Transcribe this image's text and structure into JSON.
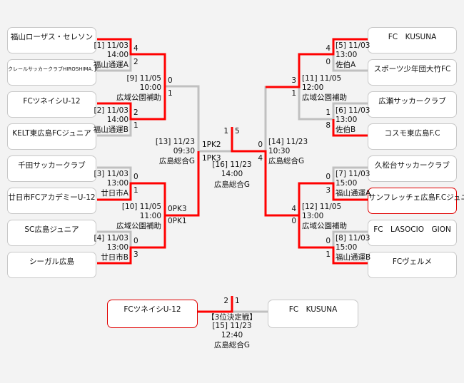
{
  "teams_left": [
    "福山ローザス・セレソン",
    "クレールサッカークラブHIROSHIMA. Jr",
    "FCツネイシU-12",
    "KELT東広島FCジュニア",
    "千田サッカークラブ",
    "廿日市FCアカデミーU-12",
    "SC広島ジュニア",
    "シーガル広島"
  ],
  "teams_right": [
    "FC　KUSUNA",
    "スポーツ少年団大竹FC",
    "広瀬サッカークラブ",
    "コスモ東広島F.C",
    "久松台サッカークラブ",
    "サンフレッチェ広島F.Cジュニア",
    "FC　LASOCIO　GION",
    "FCヴェルメ"
  ],
  "matches": {
    "m1": {
      "label": "[1] 11/03",
      "time": "14:00",
      "venue": "福山通運A",
      "scores": [
        "4",
        "2"
      ]
    },
    "m2": {
      "label": "[2] 11/03",
      "time": "14:00",
      "venue": "福山通運B",
      "scores": [
        "2",
        "1"
      ]
    },
    "m3": {
      "label": "[3] 11/03",
      "time": "13:00",
      "venue": "廿日市A",
      "scores": [
        "0",
        "1"
      ]
    },
    "m4": {
      "label": "[4] 11/03",
      "time": "13:00",
      "venue": "廿日市B",
      "scores": [
        "0",
        "3"
      ]
    },
    "m5": {
      "label": "[5] 11/03",
      "time": "13:00",
      "venue": "佐伯A",
      "scores": [
        "4",
        "0"
      ]
    },
    "m6": {
      "label": "[6] 11/03",
      "time": "13:00",
      "venue": "佐伯B",
      "scores": [
        "1",
        "8"
      ]
    },
    "m7": {
      "label": "[7] 11/03",
      "time": "15:00",
      "venue": "福山通運A",
      "scores": [
        "0",
        "3"
      ]
    },
    "m8": {
      "label": "[8] 11/03",
      "time": "15:00",
      "venue": "福山通運B",
      "scores": [
        "0",
        "1"
      ]
    },
    "m9": {
      "label": "[9] 11/05",
      "time": "10:00",
      "venue": "広域公園補助",
      "scores": [
        "0",
        "1"
      ]
    },
    "m10": {
      "label": "[10] 11/05",
      "time": "11:00",
      "venue": "広域公園補助",
      "scores": [
        "0PK3",
        "0PK1"
      ]
    },
    "m11": {
      "label": "[11] 11/05",
      "time": "12:00",
      "venue": "広域公園補助",
      "scores": [
        "3",
        "1"
      ]
    },
    "m12": {
      "label": "[12] 11/05",
      "time": "13:00",
      "venue": "広域公園補助",
      "scores": [
        "4",
        "0"
      ]
    },
    "m13": {
      "label": "[13] 11/23",
      "time": "09:30",
      "venue": "広島総合G",
      "scores": [
        "1PK2",
        "1PK3"
      ]
    },
    "m14": {
      "label": "[14] 11/23",
      "time": "10:30",
      "venue": "広島総合G",
      "scores": [
        "0",
        "4"
      ]
    },
    "m16": {
      "label": "[16] 11/23",
      "time": "14:00",
      "venue": "広島総合G",
      "scores": [
        "1",
        "5"
      ]
    },
    "m15": {
      "title": "【3位決定戦】",
      "label": "[15] 11/23",
      "time": "12:40",
      "venue": "広島総合G",
      "scores": [
        "2",
        "1"
      ]
    }
  },
  "third_place": {
    "left": "FCツネイシU-12",
    "right": "FC　KUSUNA"
  },
  "colors": {
    "winner_line": "#ff0000",
    "loser_line": "#c0c0c0"
  }
}
